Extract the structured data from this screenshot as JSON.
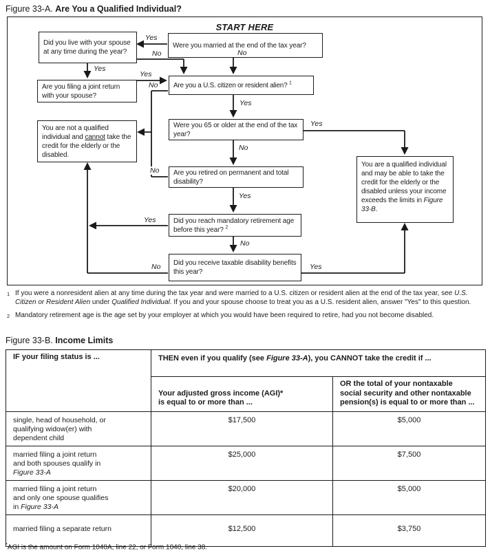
{
  "figure_a": {
    "title_prefix": "Figure 33-A.",
    "title_bold": "Are You a Qualified Individual?",
    "start_here": "START HERE",
    "labels": {
      "yes": "Yes",
      "no": "No"
    },
    "boxes": {
      "spouse": "Did you live with your spouse at any time during the year?",
      "married": "Were you married at the end of the tax year?",
      "joint": "Are you filing a joint return with your spouse?",
      "citizen": "Are you a U.S. citizen or resident alien?",
      "citizen_footnote_marker": "1",
      "age65": "Were you 65 or older at the end of the tax year?",
      "retired": "Are you retired on permanent and total disability?",
      "mandatory": "Did you reach mandatory retirement age before this year?",
      "mandatory_footnote_marker": "2",
      "taxable": "Did you receive taxable disability benefits this year?",
      "not_qualified_pre": "You are not a qualified individual and ",
      "not_qualified_underlined": "cannot",
      "not_qualified_post": " take the credit for the elderly or the disabled.",
      "qualified_pre": "You are a qualified individual and may be able to take the credit for the elderly or the disabled unless your income exceeds the limits in ",
      "qualified_italic": "Figure 33-B",
      "qualified_post": "."
    },
    "footnote_1": {
      "marker": "1",
      "pre": "If you were a nonresident alien at any time during the tax year and were married to a U.S. citizen or resident alien at the end of the tax year, see ",
      "italic_1": "U.S. Citizen or Resident Alien",
      "mid": " under ",
      "italic_2": "Qualified Individual",
      "post": ". If you and your spouse choose to treat you as a U.S. resident alien, answer \"Yes\" to this question."
    },
    "footnote_2": {
      "marker": "2",
      "text": "Mandatory retirement age is the age set by your employer at which you would have been required to retire, had you not become disabled."
    }
  },
  "figure_b": {
    "title_prefix": "Figure 33-B.",
    "title_bold": "Income Limits",
    "header": {
      "if_label": "IF your filing status is ...",
      "then_pre": "THEN even if you qualify (see ",
      "then_italic": "Figure 33-A",
      "then_post": "), you CANNOT take the credit if ...",
      "agi_lines": [
        "Your adjusted gross income (AGI)*",
        "is equal to or more than ..."
      ],
      "or_lines": [
        "OR the total of your nontaxable",
        "social security and other nontaxable",
        "pension(s) is equal to or more than ..."
      ]
    },
    "rows": [
      {
        "status_lines": [
          "single, head of household, or",
          "qualifying widow(er) with",
          "dependent child"
        ],
        "agi": "$17,500",
        "pension": "$5,000"
      },
      {
        "status_lines": [
          "married filing a joint return",
          "and both spouses qualify in"
        ],
        "status_italic_line": "Figure 33-A",
        "agi": "$25,000",
        "pension": "$7,500"
      },
      {
        "status_lines": [
          "married filing a joint return",
          "and only one spouse qualifies"
        ],
        "status_line3_pre": "in ",
        "status_italic_line": "Figure 33-A",
        "agi": "$20,000",
        "pension": "$5,000"
      },
      {
        "status_lines": [
          "married filing a separate return"
        ],
        "agi": "$12,500",
        "pension": "$3,750"
      }
    ],
    "footnote": {
      "marker": "*",
      "text": "AGI is the amount on Form 1040A, line 22, or Form 1040, line 38."
    }
  }
}
